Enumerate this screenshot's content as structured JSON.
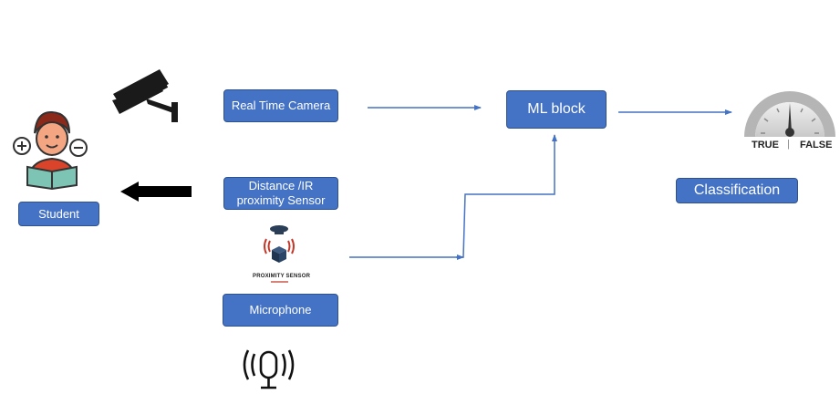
{
  "nodes": {
    "student": "Student",
    "camera": "Real Time Camera",
    "distance_line1": "Distance /IR",
    "distance_line2": "proximity Sensor",
    "microphone": "Microphone",
    "ml_block": "ML block",
    "classification": "Classification"
  },
  "gauge": {
    "left_label": "TRUE",
    "divider": "|",
    "right_label": "FALSE"
  },
  "proximity_icon_caption": "PROXIMITY SENSOR",
  "colors": {
    "box_fill": "#4472c4",
    "arrow": "#4472c4",
    "student_arrow": "#000000"
  },
  "icons": [
    "student-icon",
    "cctv-camera-icon",
    "proximity-sensor-icon",
    "microphone-icon",
    "gauge-icon"
  ]
}
